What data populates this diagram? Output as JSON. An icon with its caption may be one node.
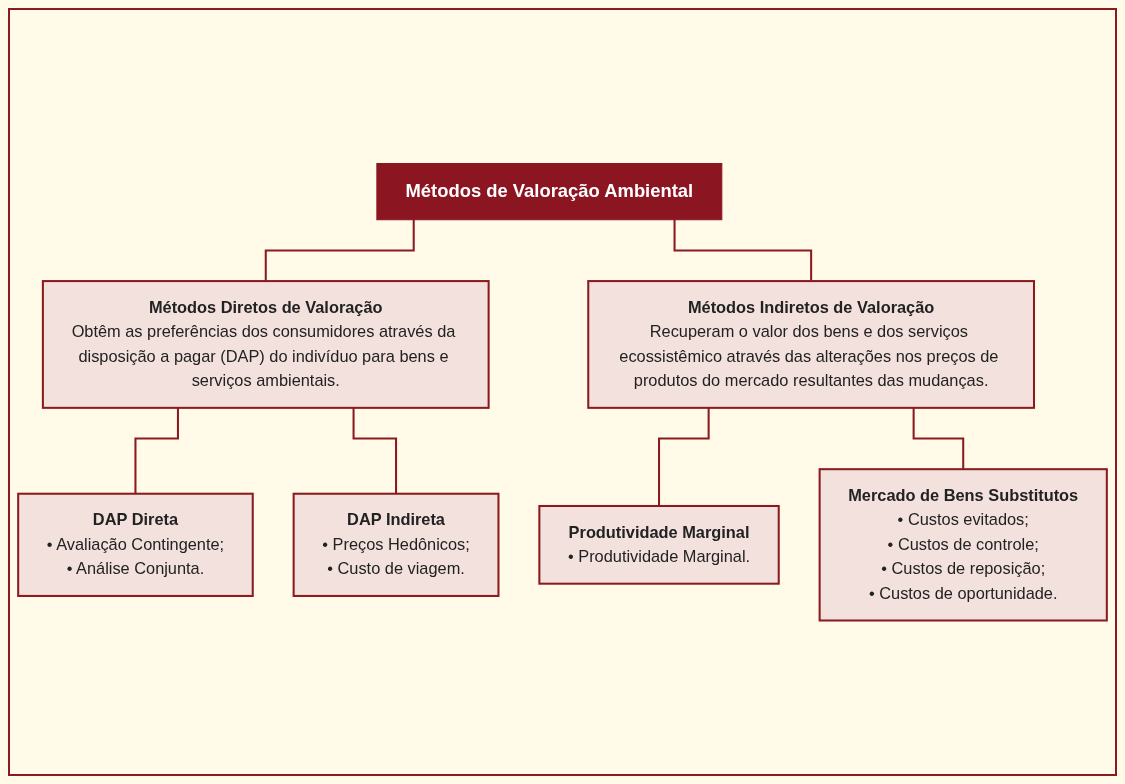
{
  "diagram": {
    "nodes": [
      {
        "text": [
          "Métodos de Valoração Ambiental"
        ]
      },
      {
        "text": [
          "Métodos Diretos de Valoração",
          "Obtêm as preferências dos consumidores através da disposição a pagar (DAP) do indivíduo para bens e serviços ambientais."
        ]
      },
      {
        "text": [
          "Métodos Indiretos de Valoração",
          "Recuperam o valor dos bens e dos serviços ecossistêmico através das alterações nos preços de produtos do mercado resultantes das mudanças."
        ]
      },
      {
        "text": [
          "DAP Direta",
          "• Avaliação Contingente;",
          "• Análise Conjunta."
        ]
      },
      {
        "text": [
          "DAP Indireta",
          "• Preços Hedônicos;",
          "• Custo de viagem."
        ]
      },
      {
        "text": [
          "Produtividade Marginal",
          "• Produtividade Marginal."
        ]
      },
      {
        "text": [
          "Mercado de Bens Substitutos",
          "• Custos evitados;",
          "• Custos de controle;",
          "• Custos de reposição;",
          "• Custos de oportunidade."
        ]
      }
    ],
    "edges": [
      {
        "from": 0,
        "to": 1,
        "arrow": "none"
      },
      {
        "from": 0,
        "to": 2,
        "arrow": "none"
      },
      {
        "from": 1,
        "to": 3,
        "arrow": "none"
      },
      {
        "from": 1,
        "to": 4,
        "arrow": "none"
      },
      {
        "from": 2,
        "to": 5,
        "arrow": "none"
      },
      {
        "from": 2,
        "to": 6,
        "arrow": "none"
      }
    ]
  }
}
